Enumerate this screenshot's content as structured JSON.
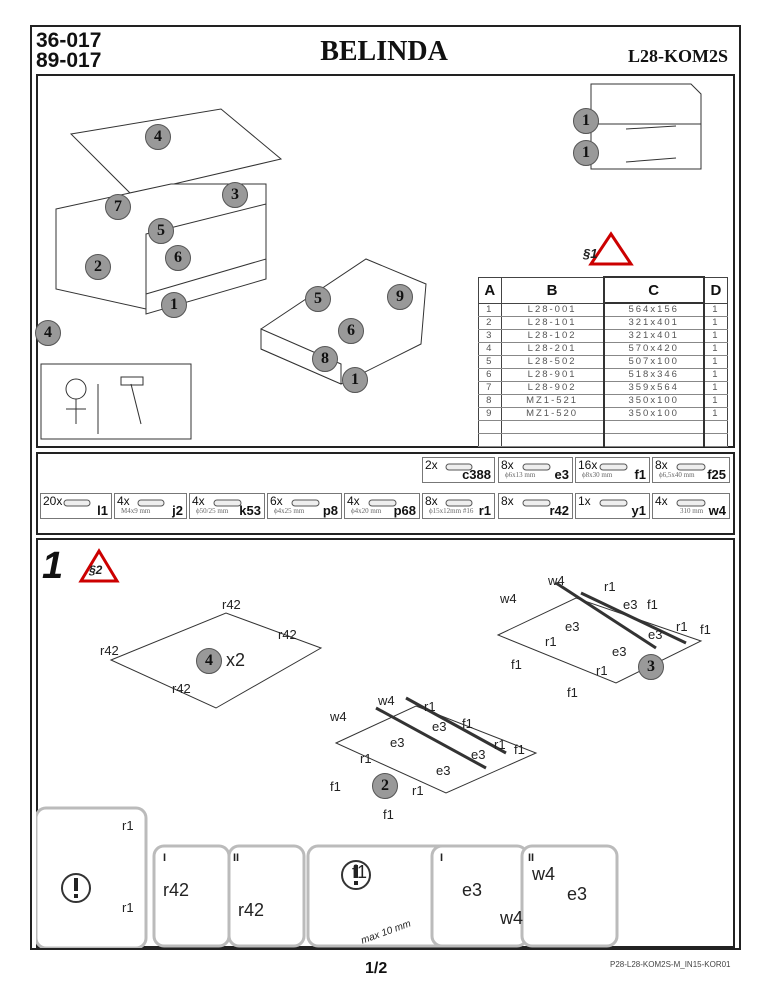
{
  "header": {
    "code1": "36-017",
    "code2": "89-017",
    "title": "BELINDA",
    "model": "L28-KOM2S"
  },
  "overview": {
    "callouts": [
      "4",
      "7",
      "3",
      "5",
      "6",
      "2",
      "1",
      "4",
      "5",
      "9",
      "6",
      "8",
      "1"
    ],
    "front_callouts": [
      "1",
      "1"
    ],
    "warning_label": "§1"
  },
  "parts_table": {
    "headers": [
      "A",
      "B",
      "C",
      "D"
    ],
    "rows": [
      [
        "1",
        "L28-001",
        "564x156",
        "1"
      ],
      [
        "2",
        "L28-101",
        "321x401",
        "1"
      ],
      [
        "3",
        "L28-102",
        "321x401",
        "1"
      ],
      [
        "4",
        "L28-201",
        "570x420",
        "1"
      ],
      [
        "5",
        "L28-502",
        "507x100",
        "1"
      ],
      [
        "6",
        "L28-901",
        "518x346",
        "1"
      ],
      [
        "7",
        "L28-902",
        "359x564",
        "1"
      ],
      [
        "8",
        "MZ1-521",
        "350x100",
        "1"
      ],
      [
        "9",
        "MZ1-520",
        "350x100",
        "1"
      ]
    ]
  },
  "hardware": [
    {
      "qty": "2x",
      "code": "c388",
      "dim": ""
    },
    {
      "qty": "8x",
      "code": "e3",
      "dim": "ϕ6x13 mm"
    },
    {
      "qty": "16x",
      "code": "f1",
      "dim": "ϕ8x30 mm"
    },
    {
      "qty": "8x",
      "code": "f25",
      "dim": "ϕ6,5x40 mm"
    },
    {
      "qty": "20x",
      "code": "l1",
      "dim": ""
    },
    {
      "qty": "4x",
      "code": "j2",
      "dim": "M4x9 mm"
    },
    {
      "qty": "4x",
      "code": "k53",
      "dim": "ϕ50/25 mm"
    },
    {
      "qty": "6x",
      "code": "p8",
      "dim": "ϕ4x25 mm"
    },
    {
      "qty": "4x",
      "code": "p68",
      "dim": "ϕ4x20 mm"
    },
    {
      "qty": "8x",
      "code": "r1",
      "dim": "ϕ15x12mm #16"
    },
    {
      "qty": "8x",
      "code": "r42",
      "dim": ""
    },
    {
      "qty": "1x",
      "code": "y1",
      "dim": ""
    },
    {
      "qty": "4x",
      "code": "w4",
      "dim": "310 mm"
    }
  ],
  "step1": {
    "number": "1",
    "warning_label": "§2",
    "part_callout": "4",
    "multiplier": "x2",
    "labels": {
      "r42": "r42",
      "r1": "r1",
      "e3": "e3",
      "f1": "f1",
      "w4": "w4"
    },
    "callouts": [
      "3",
      "2"
    ],
    "detail_I": "I",
    "detail_II": "II",
    "max_label": "max 10 mm"
  },
  "footer": {
    "page": "1/2",
    "doc_code": "P28-L28-KOM2S-M_IN15-KOR01"
  }
}
